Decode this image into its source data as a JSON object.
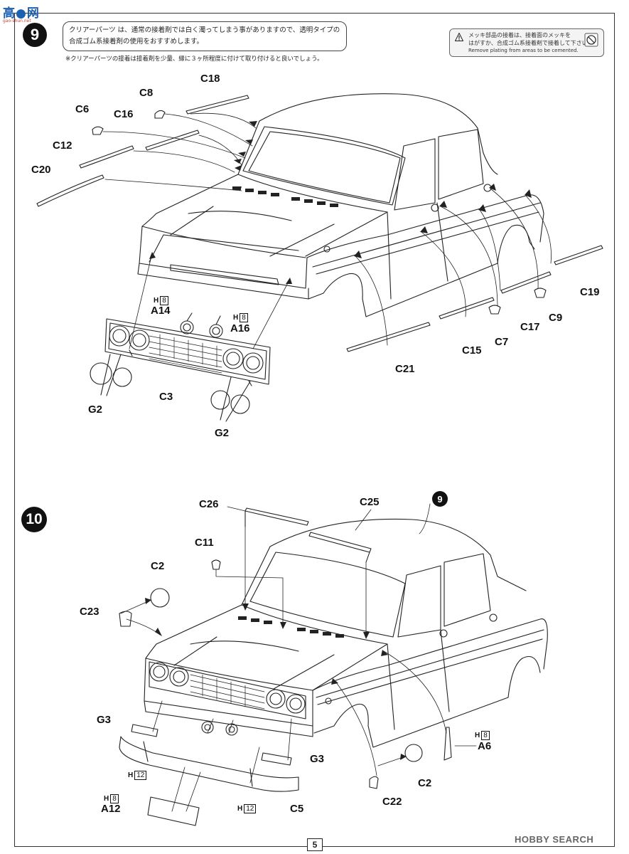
{
  "watermark": {
    "brand": "高●网",
    "url": "gao-shun.net"
  },
  "step9": {
    "number": "9",
    "note_line1": "クリアーパーツ は、通常の接着剤では白く濁ってしまう事がありますので、透明タイプの",
    "note_line2": "合成ゴム系接着剤の使用をおすすめします。",
    "note_sub": "※クリアーパーツの接着は接着剤を少量、縁に３ヶ所程度に付けて取り付けると良いでしょう。",
    "warning_line1": "メッキ部品の接着は、接着面のメッキを",
    "warning_line2": "はがすか、合成ゴム系接着剤で接着して下さい。",
    "warning_line3": "Remove plating from areas to be cemented.",
    "parts": {
      "C18": "C18",
      "C8": "C8",
      "C6": "C6",
      "C16": "C16",
      "C12": "C12",
      "C20": "C20",
      "A14": "A14",
      "A16": "A16",
      "C3": "C3",
      "G2a": "G2",
      "G2b": "G2",
      "C21": "C21",
      "C15": "C15",
      "C7": "C7",
      "C17": "C17",
      "C9": "C9",
      "C19": "C19"
    },
    "h_tags": {
      "A14_h": "H",
      "A14_n": "8",
      "A16_h": "H",
      "A16_n": "8"
    }
  },
  "step10": {
    "number": "10",
    "ref_step": "9",
    "parts": {
      "C26": "C26",
      "C25": "C25",
      "C11": "C11",
      "C2a": "C2",
      "C23": "C23",
      "G3a": "G3",
      "G3b": "G3",
      "A12": "A12",
      "C5": "C5",
      "C22": "C22",
      "C2b": "C2",
      "A6": "A6"
    },
    "h_tags": {
      "G3_h": "H",
      "G3_n": "12",
      "A12_h": "H",
      "A12_n": "8",
      "C5_h": "H",
      "C5_n": "12",
      "A6_h": "H",
      "A6_n": "8"
    }
  },
  "footer": {
    "page_number": "5",
    "logo": "HOBBY SEARCH"
  }
}
